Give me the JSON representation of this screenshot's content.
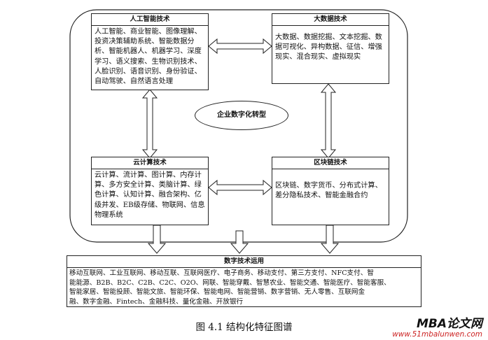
{
  "diagram": {
    "center_label": "企业数字化转型",
    "boxes": {
      "ai": {
        "title": "人工智能技术",
        "lines": [
          "人工智能、商业智能、图像理解、",
          "投资决策辅助系统、智能数据分",
          "析、智能机器人、机器学习、深度",
          "学习、语义搜索、生物识别技术、",
          "人脸识别、语音识别、身份验证、",
          "自动驾驶、自然语言处理"
        ]
      },
      "bigdata": {
        "title": "大数据技术",
        "lines": [
          "大数据、数据挖掘、文本挖掘、数",
          "据可视化、异构数据、征信、增强",
          "现实、混合现实、虚拟现实"
        ]
      },
      "cloud": {
        "title": "云计算技术",
        "lines": [
          "云计算、流计算、图计算、内存计",
          "算、多方安全计算、类脑计算、绿",
          "色计算、认知计算、融合架构、亿",
          "级并发、EB级存储、物联网、信息",
          "物理系统"
        ]
      },
      "blockchain": {
        "title": "区块链技术",
        "lines": [
          "区块链、数字货币、分布式计算、",
          "差分隐私技术、智能金融合约"
        ]
      }
    },
    "application": {
      "title": "数字技术运用",
      "lines": [
        "移动互联网、工业互联网、移动互联、互联网医疗、电子商务、移动支付、第三方支付、NFC支付、智",
        "能能源、B2B、B2C、C2B、C2C、O2O、网联、智能穿戴、智慧农业、智能交通、智能医疗、智能客服、",
        "智能家居、智能投顾、智能文旅、智能环保、智能电网、智能营销、数字营销、无人零售、互联网金",
        "融、数字金融、Fintech、金融科技、量化金融、开放银行"
      ]
    }
  },
  "caption": "图 4.1  结构化特征图谱",
  "watermark": {
    "brand": "MBA论文网",
    "url": "www.51mbalunwen.com",
    "url_color": "#cc2222"
  }
}
